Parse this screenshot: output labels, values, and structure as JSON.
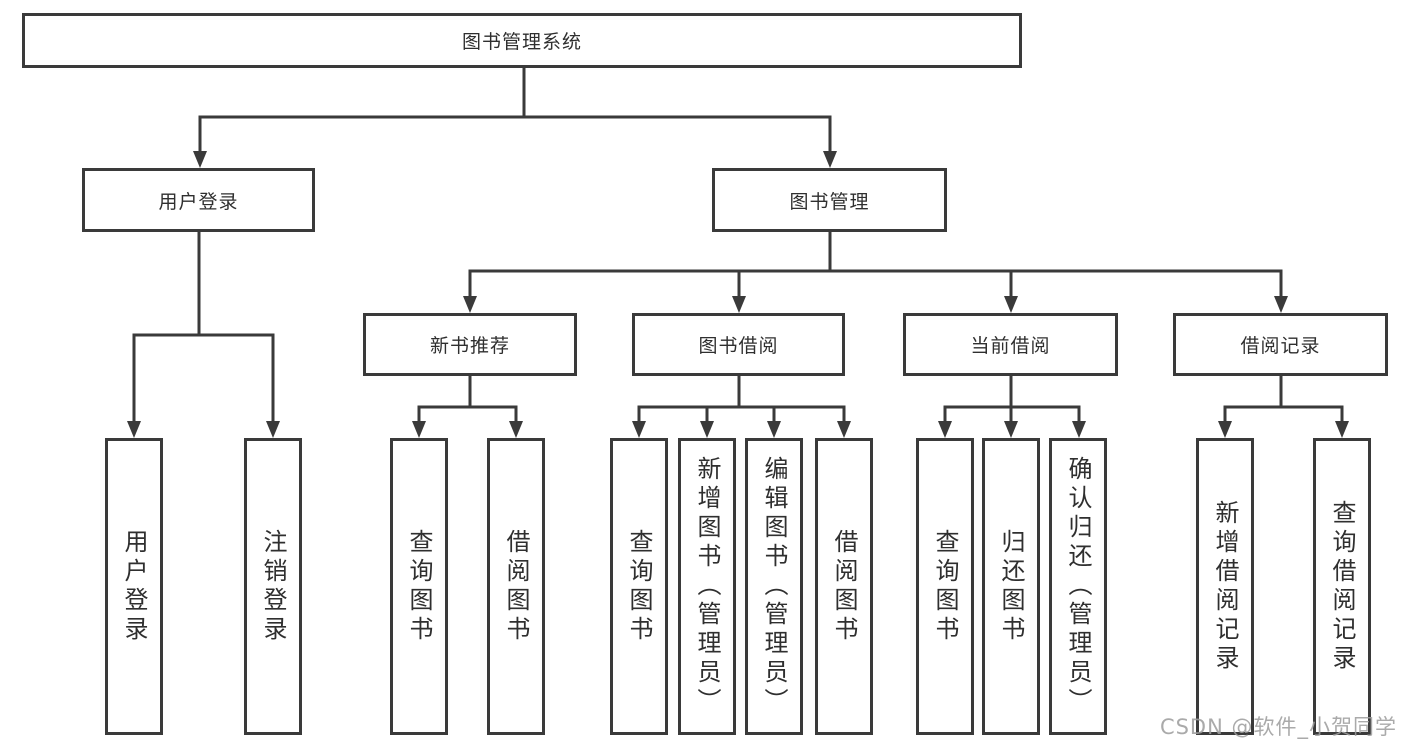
{
  "watermark": "CSDN @软件_小贺同学",
  "nodes": {
    "root": "图书管理系统",
    "user_login": "用户登录",
    "book_mgmt": "图书管理",
    "new_book_rec": "新书推荐",
    "book_borrow": "图书借阅",
    "current_borrow": "当前借阅",
    "borrow_record": "借阅记录",
    "leaf_user_login": "用户登录",
    "leaf_logout": "注销登录",
    "leaf_query_book_rec": "查询图书",
    "leaf_borrow_book_rec": "借阅图书",
    "leaf_query_book_borrow": "查询图书",
    "leaf_add_book": "新增图书（管理员）",
    "leaf_edit_book": "编辑图书（管理员）",
    "leaf_borrow_book_borrow": "借阅图书",
    "leaf_query_book_current": "查询图书",
    "leaf_return_book": "归还图书",
    "leaf_confirm_return": "确认归还（管理员）",
    "leaf_add_borrow_record": "新增借阅记录",
    "leaf_query_borrow_record": "查询借阅记录"
  }
}
